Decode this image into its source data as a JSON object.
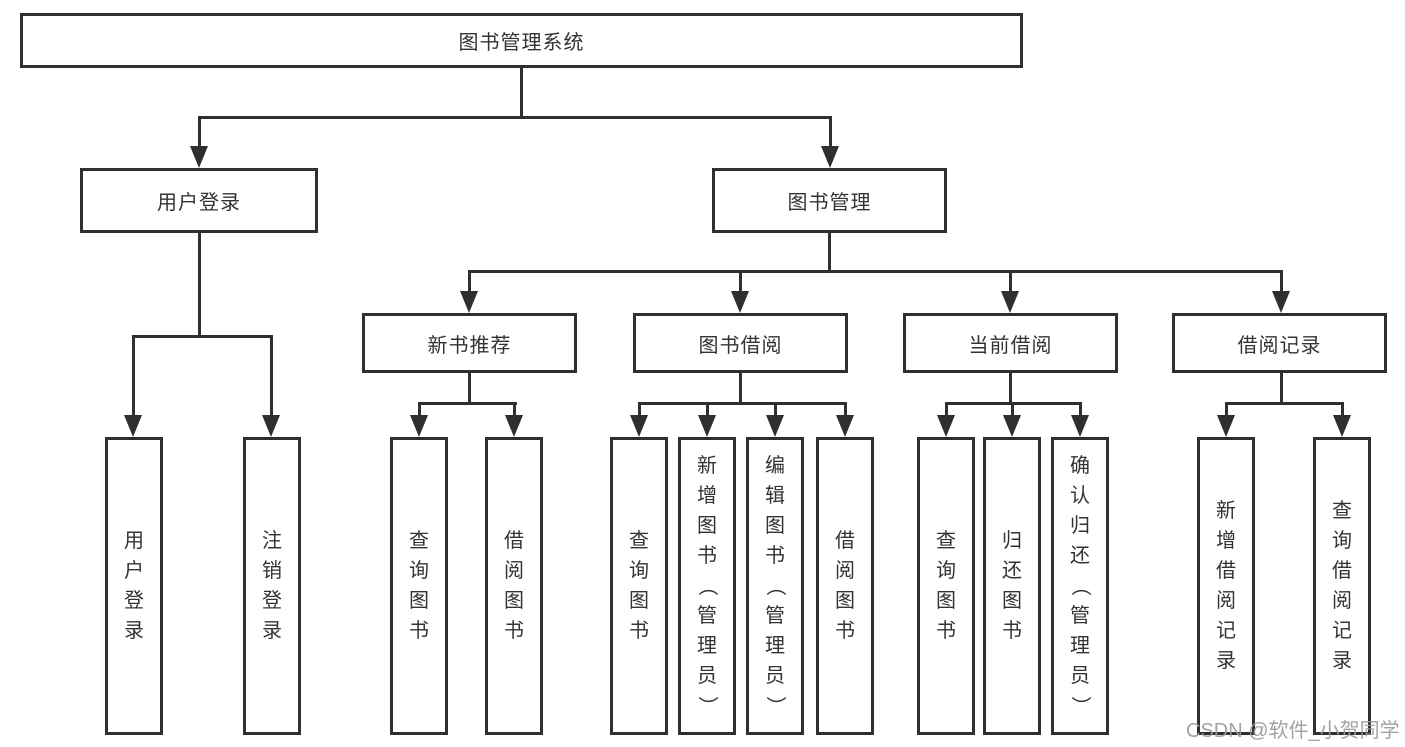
{
  "colors": {
    "line": "#2f2f2f",
    "text": "#333333",
    "watermark": "#9b9b9b",
    "background": "#ffffff"
  },
  "watermark": {
    "text": "CSDN @软件_小贺同学"
  },
  "tree": {
    "root": {
      "label": "图书管理系统",
      "children": [
        {
          "label": "用户登录",
          "children": [
            {
              "label": "用户登录"
            },
            {
              "label": "注销登录"
            }
          ]
        },
        {
          "label": "图书管理",
          "children": [
            {
              "label": "新书推荐",
              "children": [
                {
                  "label": "查询图书"
                },
                {
                  "label": "借阅图书"
                }
              ]
            },
            {
              "label": "图书借阅",
              "children": [
                {
                  "label": "查询图书"
                },
                {
                  "label": "新增图书（管理员）"
                },
                {
                  "label": "编辑图书（管理员）"
                },
                {
                  "label": "借阅图书"
                }
              ]
            },
            {
              "label": "当前借阅",
              "children": [
                {
                  "label": "查询图书"
                },
                {
                  "label": "归还图书"
                },
                {
                  "label": "确认归还（管理员）"
                }
              ]
            },
            {
              "label": "借阅记录",
              "children": [
                {
                  "label": "新增借阅记录"
                },
                {
                  "label": "查询借阅记录"
                }
              ]
            }
          ]
        }
      ]
    }
  }
}
